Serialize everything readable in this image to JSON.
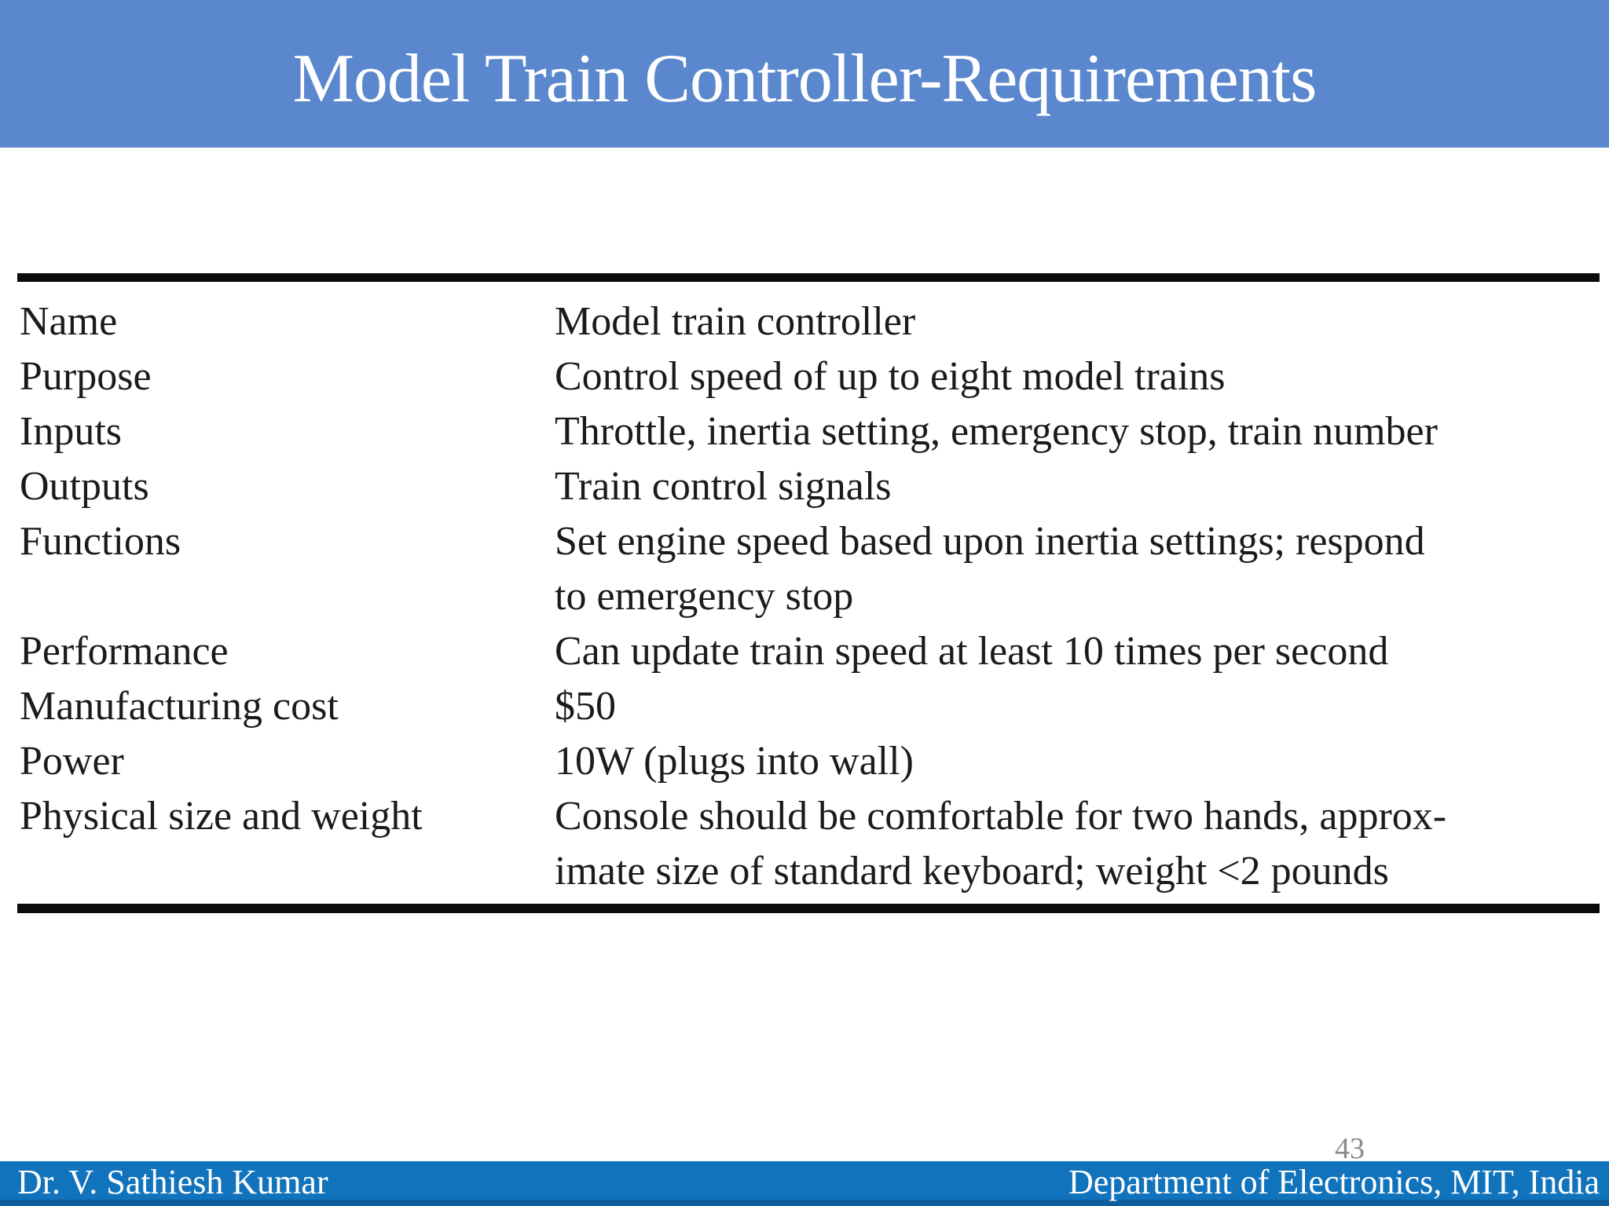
{
  "header": {
    "title": "Model Train Controller-Requirements",
    "bg_color": "#5a87cd",
    "text_color": "#ffffff"
  },
  "table": {
    "rows": [
      {
        "label": "Name",
        "lines": [
          "Model train controller"
        ]
      },
      {
        "label": "Purpose",
        "lines": [
          "Control speed of up to eight model trains"
        ]
      },
      {
        "label": "Inputs",
        "lines": [
          "Throttle, inertia setting, emergency stop, train number"
        ]
      },
      {
        "label": "Outputs",
        "lines": [
          "Train control signals"
        ]
      },
      {
        "label": "Functions",
        "lines": [
          "Set engine speed based upon inertia settings; respond",
          "to emergency stop"
        ]
      },
      {
        "label": "Performance",
        "lines": [
          "Can update train speed at least 10 times per second"
        ]
      },
      {
        "label": "Manufacturing cost",
        "lines": [
          "$50"
        ]
      },
      {
        "label": "Power",
        "lines": [
          "10W (plugs into wall)"
        ]
      },
      {
        "label": "Physical size and weight",
        "lines": [
          "Console should be comfortable for two hands, approx-",
          "imate size of standard keyboard; weight <2 pounds"
        ]
      }
    ],
    "rule_color": "#0b0b0b",
    "text_color": "#1b1b1b"
  },
  "page_number": "43",
  "footer": {
    "left": "Dr. V. Sathiesh Kumar",
    "right": "Department of Electronics, MIT, India",
    "bg_color": "#1173bc",
    "edge_color": "#0d5c9b",
    "text_color": "#ffffff"
  }
}
